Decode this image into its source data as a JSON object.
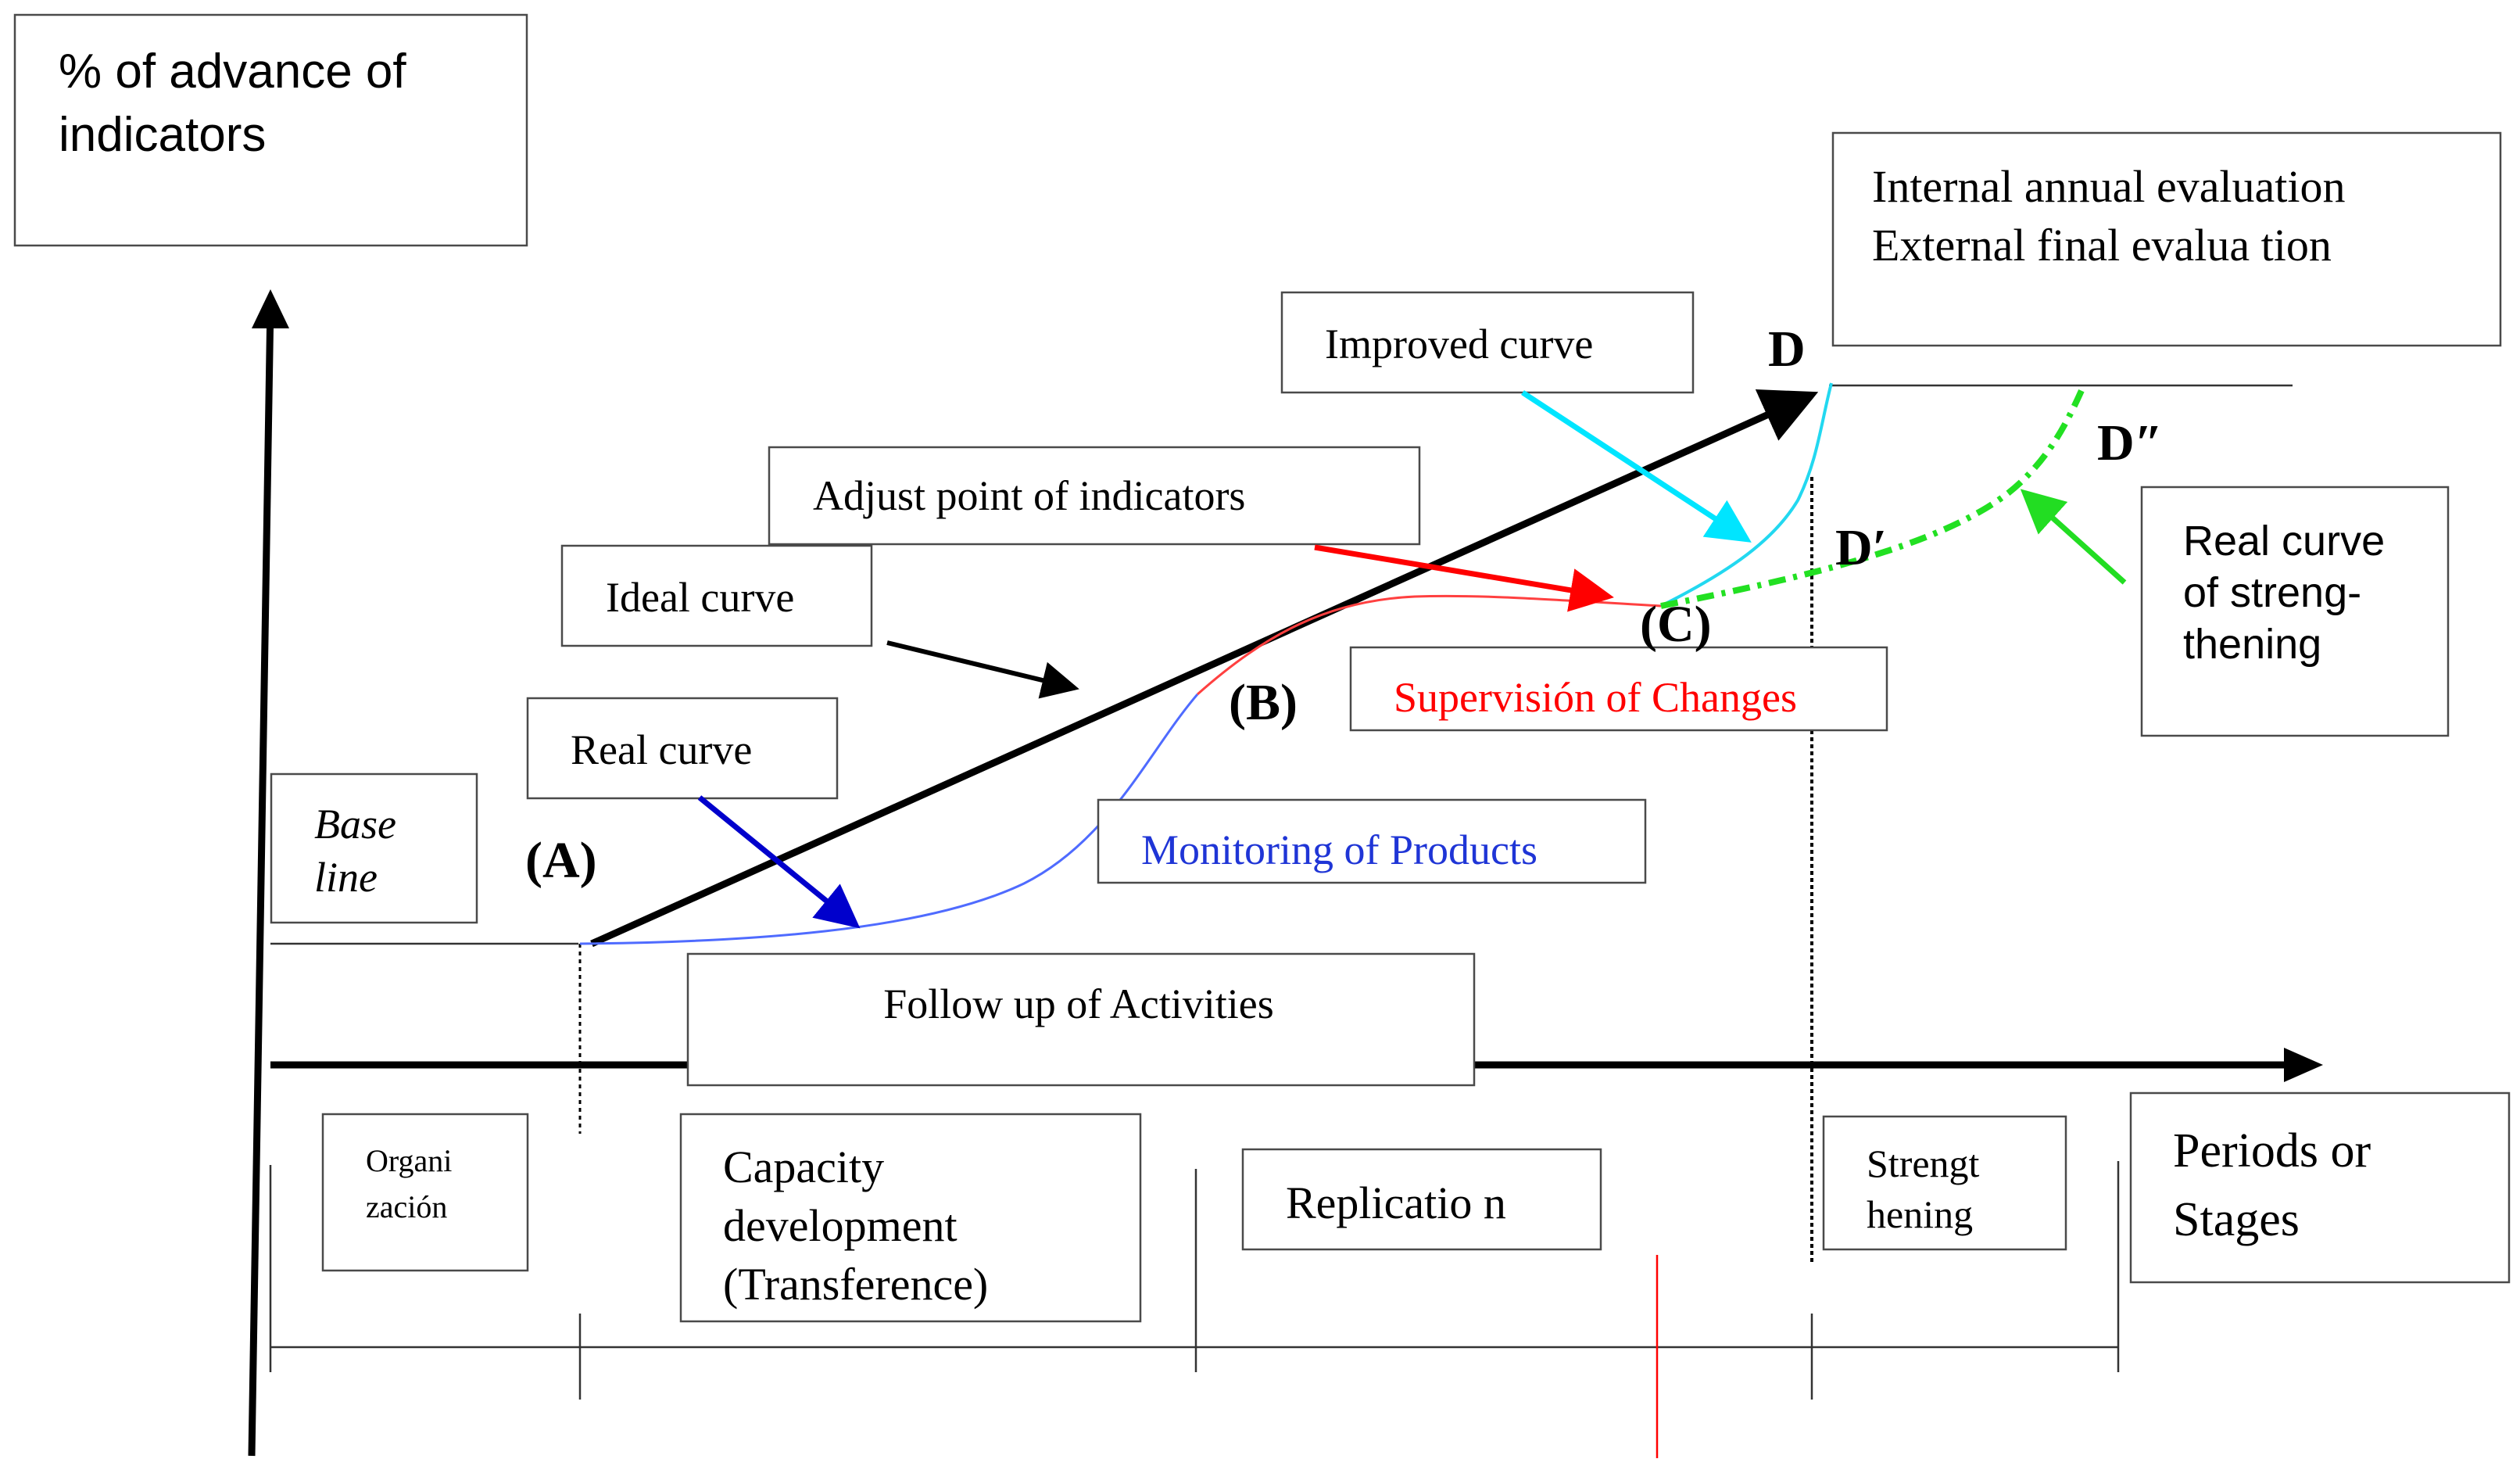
{
  "colors": {
    "axis": "#000000",
    "ideal": "#000000",
    "real_curve": "#4f6bff",
    "supervision": "#ff4040",
    "improved": "#22d8f0",
    "strengthening": "#22e022",
    "pointer_blue": "#0000cc",
    "pointer_red": "#ff0000",
    "pointer_cyan": "#00e5ff",
    "pointer_green": "#22dd22",
    "monitoring_text": "#1f35d6",
    "supervision_text": "#ff0000",
    "red_tick": "#ff0000"
  },
  "y_axis": {
    "title_line1": "% of advance of",
    "title_line2": "indicators"
  },
  "x_axis": {
    "title_line1": "Periods or",
    "title_line2": "Stages"
  },
  "evaluation": {
    "line1": "Internal annual evaluation",
    "line2": "External final evalua tion"
  },
  "callouts": {
    "improved_curve": "Improved curve",
    "adjust_point": "Adjust point of indicators",
    "ideal_curve": "Ideal curve",
    "real_curve": "Real curve",
    "base_line_1": "Base",
    "base_line_2": "line",
    "monitoring": "Monitoring of Products",
    "supervision": "Supervisión of Changes",
    "follow_up": "Follow up of Activities",
    "real_strength_1": "Real curve",
    "real_strength_2": "of streng-",
    "real_strength_3": "thening"
  },
  "points": {
    "A": "(A)",
    "B": "(B)",
    "C": "(C)",
    "D": "D",
    "D_prime": "D′",
    "D_double_prime": "D″"
  },
  "stages": {
    "organization_1": "Organi",
    "organization_2": "zación",
    "capacity_1": "Capacity",
    "capacity_2": "development",
    "capacity_3": "(Transference)",
    "replication": "Replicatio n",
    "strengthening_1": "Strengt",
    "strengthening_2": "hening"
  }
}
